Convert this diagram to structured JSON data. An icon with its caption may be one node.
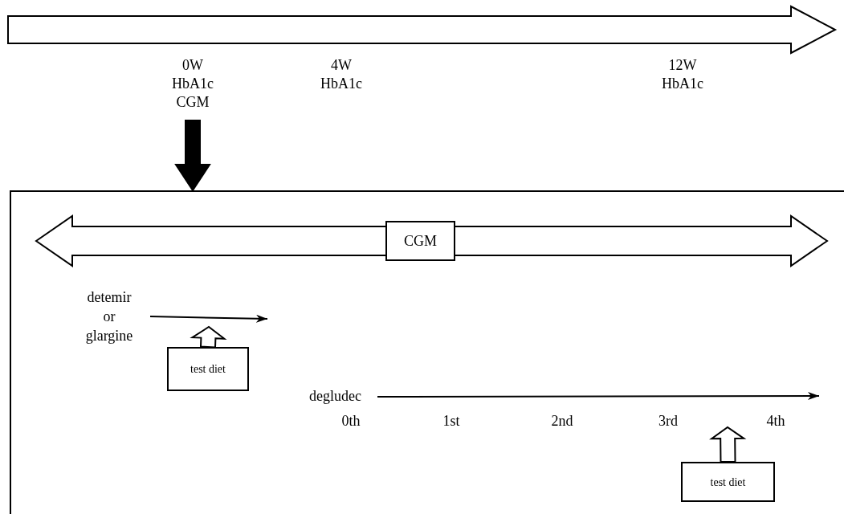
{
  "diagram": {
    "nodes": [
      {
        "text": [
          "0W",
          "HbA1c",
          "CGM"
        ]
      },
      {
        "text": [],
        "shape": "box"
      },
      {
        "text": [
          "CGM"
        ],
        "in": 1
      },
      {
        "text": [
          "detemir or glargine"
        ],
        "in": 1
      },
      {
        "text": [
          "test diet"
        ],
        "in": 1
      },
      {
        "text": [
          "degludec"
        ],
        "in": 1
      },
      {
        "text": [
          "test diet"
        ],
        "in": 1
      }
    ],
    "edges": [
      {
        "from": 0,
        "to": 1,
        "arrow": "to",
        "style": "thick"
      },
      {
        "from": 3,
        "to": null,
        "arrow": "to"
      },
      {
        "from": 4,
        "to": null,
        "arrow": "to",
        "style": "thick"
      },
      {
        "from": 5,
        "to": null,
        "arrow": "to"
      },
      {
        "from": 6,
        "to": null,
        "arrow": "to",
        "style": "thick"
      }
    ],
    "labels": [
      "4W",
      "HbA1c",
      "12W",
      "HbA1c",
      "0th",
      "1st",
      "2nd",
      "3rd",
      "4th"
    ]
  }
}
